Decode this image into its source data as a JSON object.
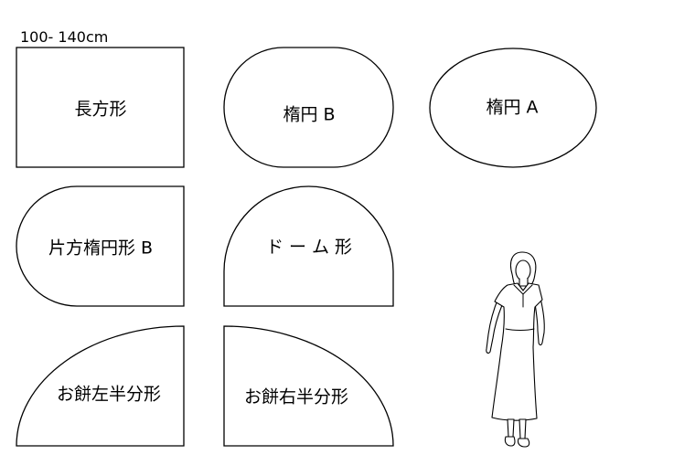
{
  "size_label": "100- 140cm",
  "shapes": {
    "rectangle": "長方形",
    "ellipse_b": "楕円 B",
    "ellipse_a": "楕円 A",
    "half_ellipse_b": "片方楕円形 B",
    "dome": "ド ー ム 形",
    "mochi_left": "お餅左半分形",
    "mochi_right": "お餅右半分形"
  },
  "icons": {
    "scale_figure": "standing-woman-icon"
  },
  "colors": {
    "stroke": "#000000",
    "background": "#ffffff"
  }
}
